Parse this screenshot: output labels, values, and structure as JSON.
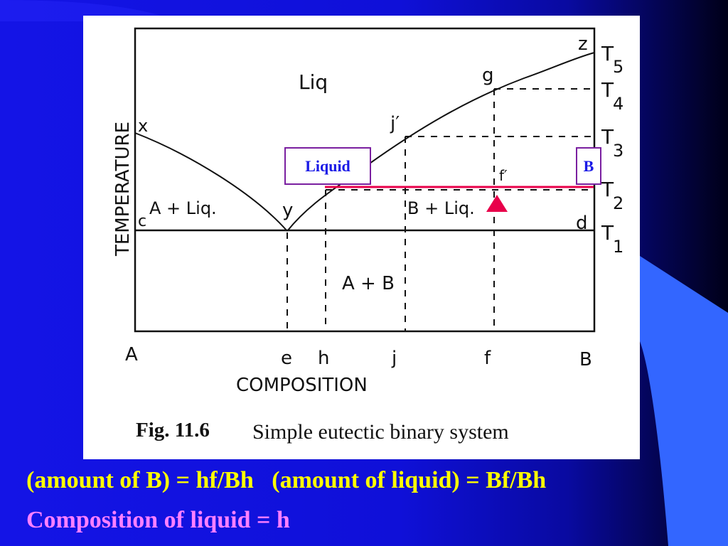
{
  "colors": {
    "background": "#1414e6",
    "accent_shape": "#3366ff",
    "formula1": "#ffff00",
    "formula2": "#ff80ff",
    "marker_line": "#e8004a",
    "marker_triangle": "#e8004a",
    "label_border": "#7a1fa0",
    "label_text": "#1a1ae6"
  },
  "diagram": {
    "region_labels": {
      "liq": "Liq",
      "a_liq": "A + Liq.",
      "b_liq": "B + Liq.",
      "a_b": "A + B"
    },
    "point_labels": {
      "x": "x",
      "y": "y",
      "z": "z",
      "c": "c",
      "d": "d",
      "g": "g",
      "h": "h",
      "j_prime": "j′",
      "f_prime": "f′"
    },
    "temperature_labels": {
      "t5": "T",
      "t5_sub": "5",
      "t4": "T",
      "t4_sub": "4",
      "t3": "T",
      "t3_sub": "3",
      "t2": "T",
      "t2_sub": "2",
      "t1": "T",
      "t1_sub": "1"
    },
    "composition_ticks": [
      "A",
      "e",
      "h",
      "j",
      "f",
      "B"
    ],
    "y_axis_label": "TEMPERATURE",
    "x_axis_label": "COMPOSITION",
    "caption_bold": "Fig. 11.6",
    "caption_text": "Simple eutectic binary system"
  },
  "annotations": {
    "liquid_box": "Liquid",
    "b_box": "B"
  },
  "formulas": {
    "line1": "(amount of B) = hf/Bh   (amount of liquid) = Bf/Bh",
    "line2": "Composition of liquid = h"
  }
}
